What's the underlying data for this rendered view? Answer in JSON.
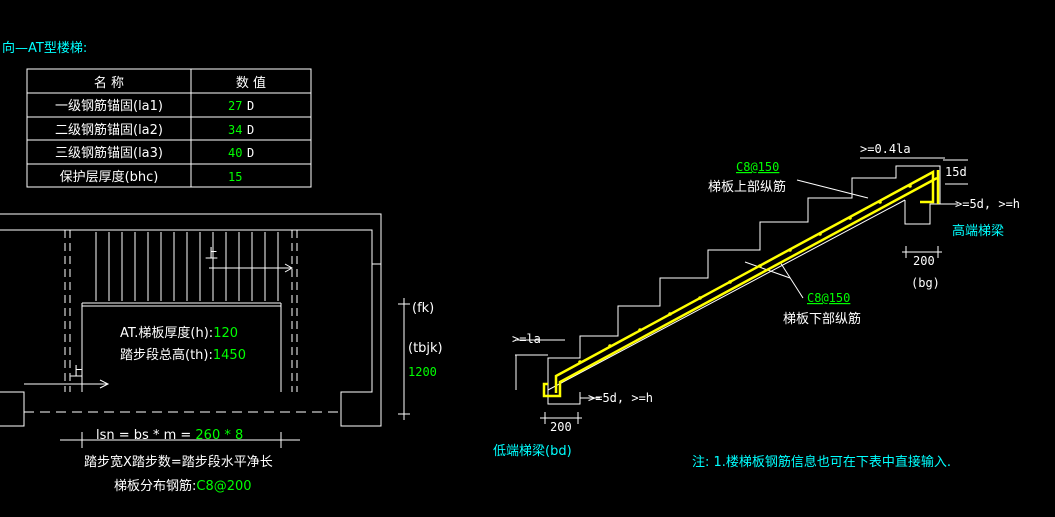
{
  "title": "向—AT型楼梯:",
  "table": {
    "header": [
      "名 称",
      "数 值"
    ],
    "rows": [
      {
        "name": "一级钢筋锚固(la1)",
        "value": "27",
        "unit": "D"
      },
      {
        "name": "二级钢筋锚固(la2)",
        "value": "34",
        "unit": "D"
      },
      {
        "name": "三级钢筋锚固(la3)",
        "value": "40",
        "unit": "D"
      },
      {
        "name": "保护层厚度(bhc)",
        "value": "15",
        "unit": ""
      }
    ]
  },
  "plan": {
    "up_label_1": "上",
    "up_label_2": "上",
    "thickness_label": "AT.梯板厚度(h):",
    "thickness_value": "120",
    "height_label": "踏步段总高(th):",
    "height_value": "1450",
    "fk_label": "(fk)",
    "tbjk_label": "(tbjk)",
    "tbjk_value": "1200",
    "lsn_label": "lsn = bs * m = ",
    "lsn_value": "260 * 8",
    "caption_1": "踏步宽X踏步数=踏步段水平净长",
    "dist_label": "梯板分布钢筋:",
    "dist_value": "C8@200"
  },
  "section": {
    "top_rebar_code": "C8@150",
    "top_rebar_label": "梯板上部纵筋",
    "bottom_rebar_code": "C8@150",
    "bottom_rebar_label": "梯板下部纵筋",
    "top_anchor": ">=0.4la",
    "top_hook": "15d",
    "high_beam_rule": ">=5d, >=h",
    "high_beam_label": "高端梯梁",
    "high_beam_width": "200",
    "high_beam_code": "(bg)",
    "low_anchor": ">=la",
    "low_beam_rule": ">=5d, >=h",
    "low_beam_width": "200",
    "low_beam_label": "低端梯梁(bd)"
  },
  "note": "注: 1.楼梯板钢筋信息也可在下表中直接输入.",
  "colors": {
    "background": "#000000",
    "line": "#ffffff",
    "title": "#00ffff",
    "value": "#00ff00",
    "rebar": "#ffff00",
    "dim": "#ffffff"
  }
}
